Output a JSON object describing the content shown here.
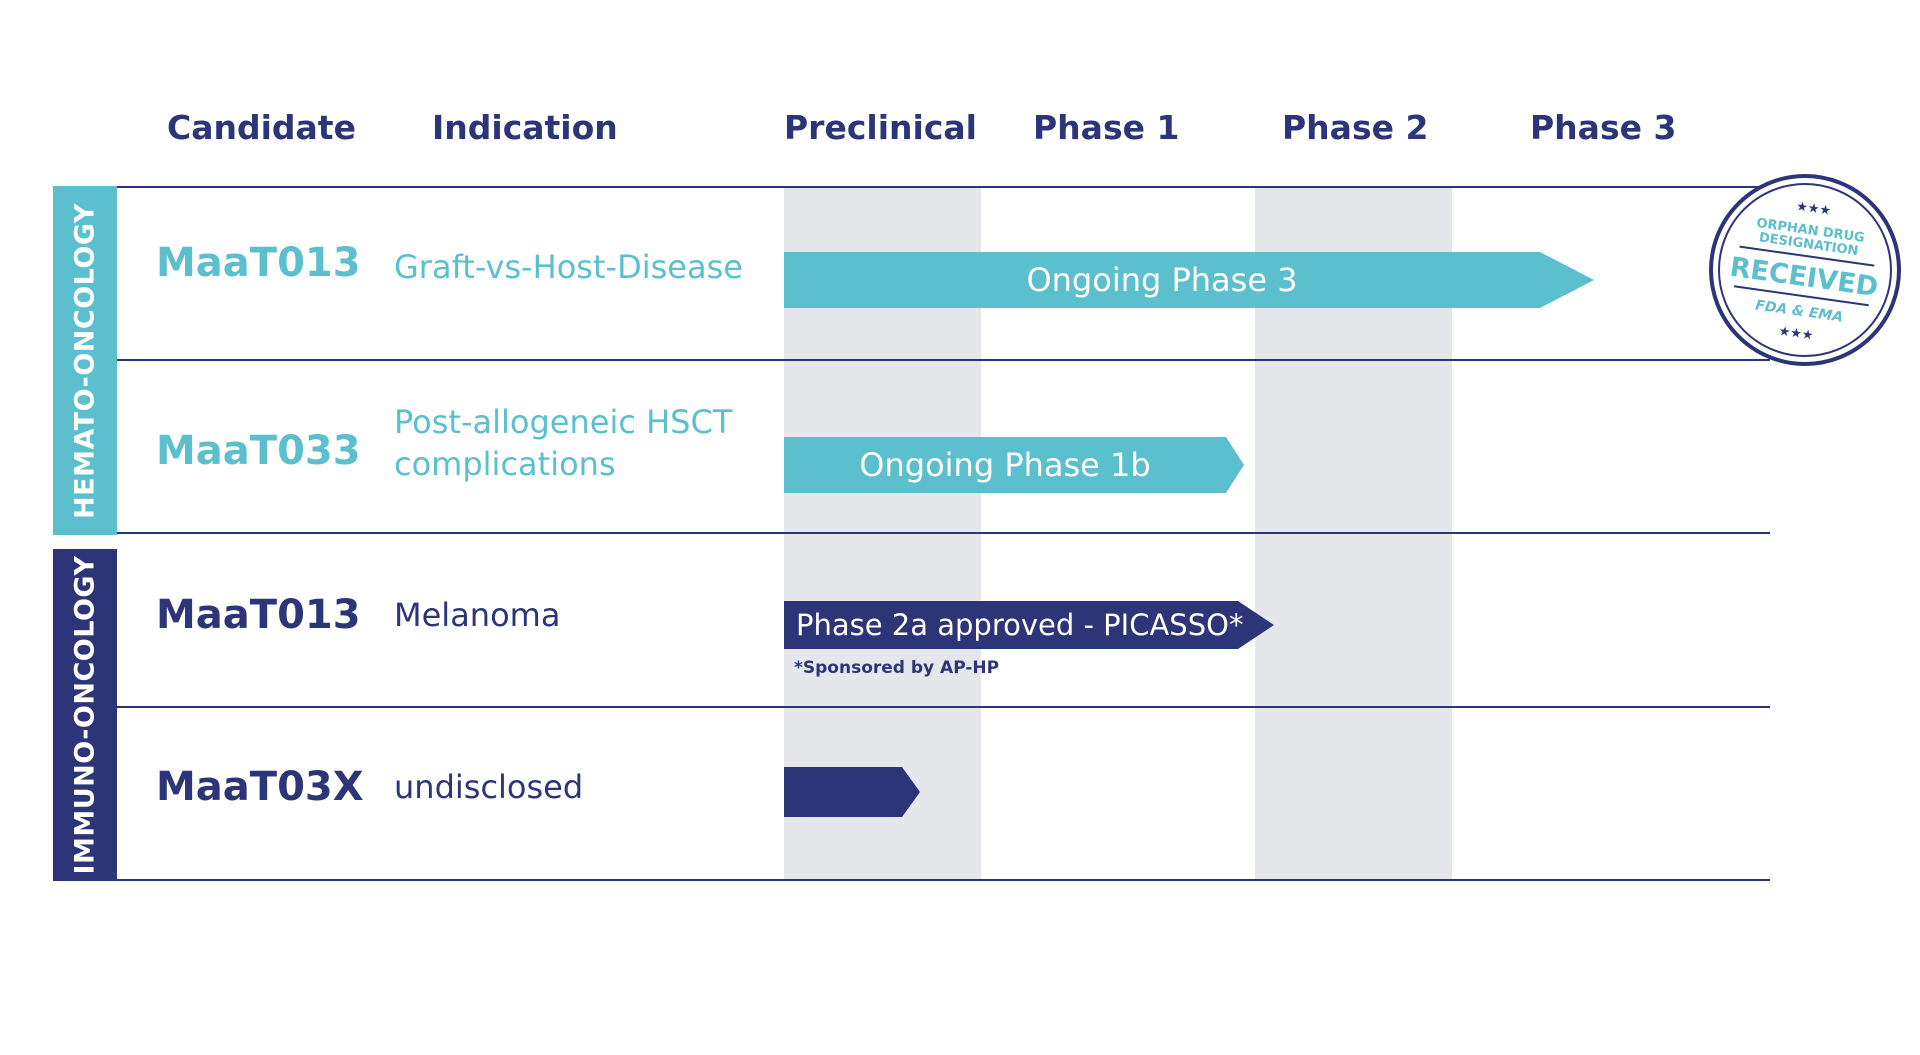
{
  "headers": {
    "candidate": "Candidate",
    "indication": "Indication",
    "preclinical": "Preclinical",
    "phase1": "Phase 1",
    "phase2": "Phase 2",
    "phase3": "Phase 3"
  },
  "groups": [
    {
      "label": "HEMATO-ONCOLOGY",
      "color": "#5bbfcd"
    },
    {
      "label": "IMMUNO-ONCOLOGY",
      "color": "#2b3578"
    }
  ],
  "rows": [
    {
      "candidate": "MaaT013",
      "indication": "Graft-vs-Host-Disease",
      "progress_label": "Ongoing Phase 3",
      "stage_reached": "Phase 3"
    },
    {
      "candidate": "MaaT033",
      "indication_line1": "Post-allogeneic HSCT",
      "indication_line2": "complications",
      "progress_label": "Ongoing Phase 1b",
      "stage_reached": "Phase 1"
    },
    {
      "candidate": "MaaT013",
      "indication": "Melanoma",
      "progress_label": "Phase 2a approved - PICASSO*",
      "stage_reached": "Phase 2",
      "footnote": "*Sponsored by AP-HP"
    },
    {
      "candidate": "MaaT03X",
      "indication": "undisclosed",
      "progress_label": "",
      "stage_reached": "Preclinical"
    }
  ],
  "stamp": {
    "line1": "ORPHAN DRUG",
    "line2": "DESIGNATION",
    "main": "RECEIVED",
    "sub": "FDA & EMA",
    "stars": "★★★"
  },
  "colors": {
    "teal": "#5bbfcd",
    "navy": "#2b3578",
    "stripe": "#e6e7eb"
  }
}
